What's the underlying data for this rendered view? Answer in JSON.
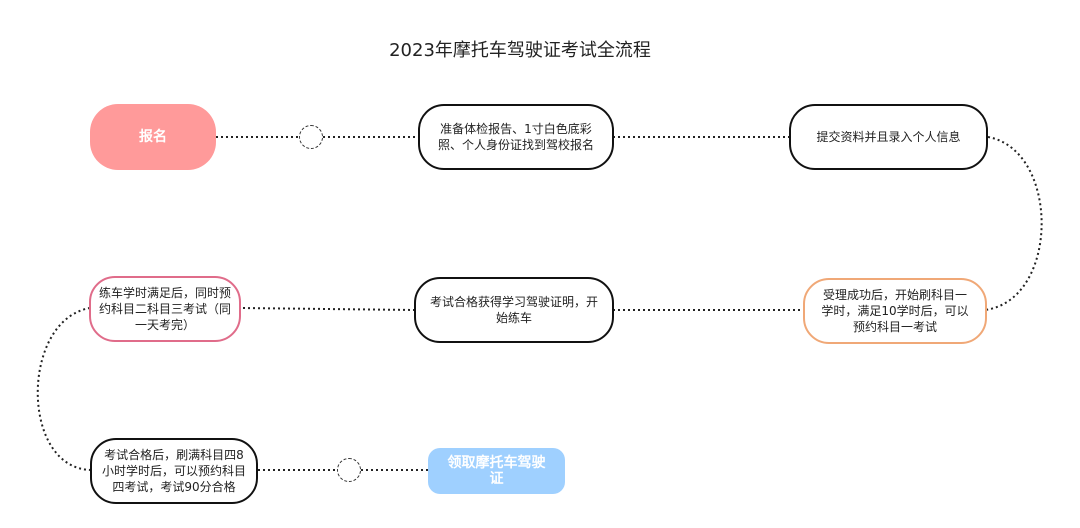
{
  "title": "2023年摩托车驾驶证考试全流程",
  "nodes": {
    "start": "报名",
    "prepare_docs": "准备体检报告、1寸白色底彩照、个人身份证找到驾校报名",
    "submit_info": "提交资料并且录入个人信息",
    "study_subject1": "受理成功后，开始刷科目一学时，满足10学时后，可以预约科目一考试",
    "learner_permit": "考试合格获得学习驾驶证明，开始练车",
    "book_subject23": "练车学时满足后，同时预约科目二科目三考试（同一天考完）",
    "study_subject4": "考试合格后，刷满科目四8小时学时后，可以预约科目四考试，考试90分合格",
    "end": "领取摩托车驾驶证"
  },
  "colors": {
    "start_fill": "#ff9a9a",
    "end_fill": "#9fd0ff",
    "pink_border": "#e06c8a",
    "orange_border": "#f0a877",
    "default_border": "#111111"
  }
}
